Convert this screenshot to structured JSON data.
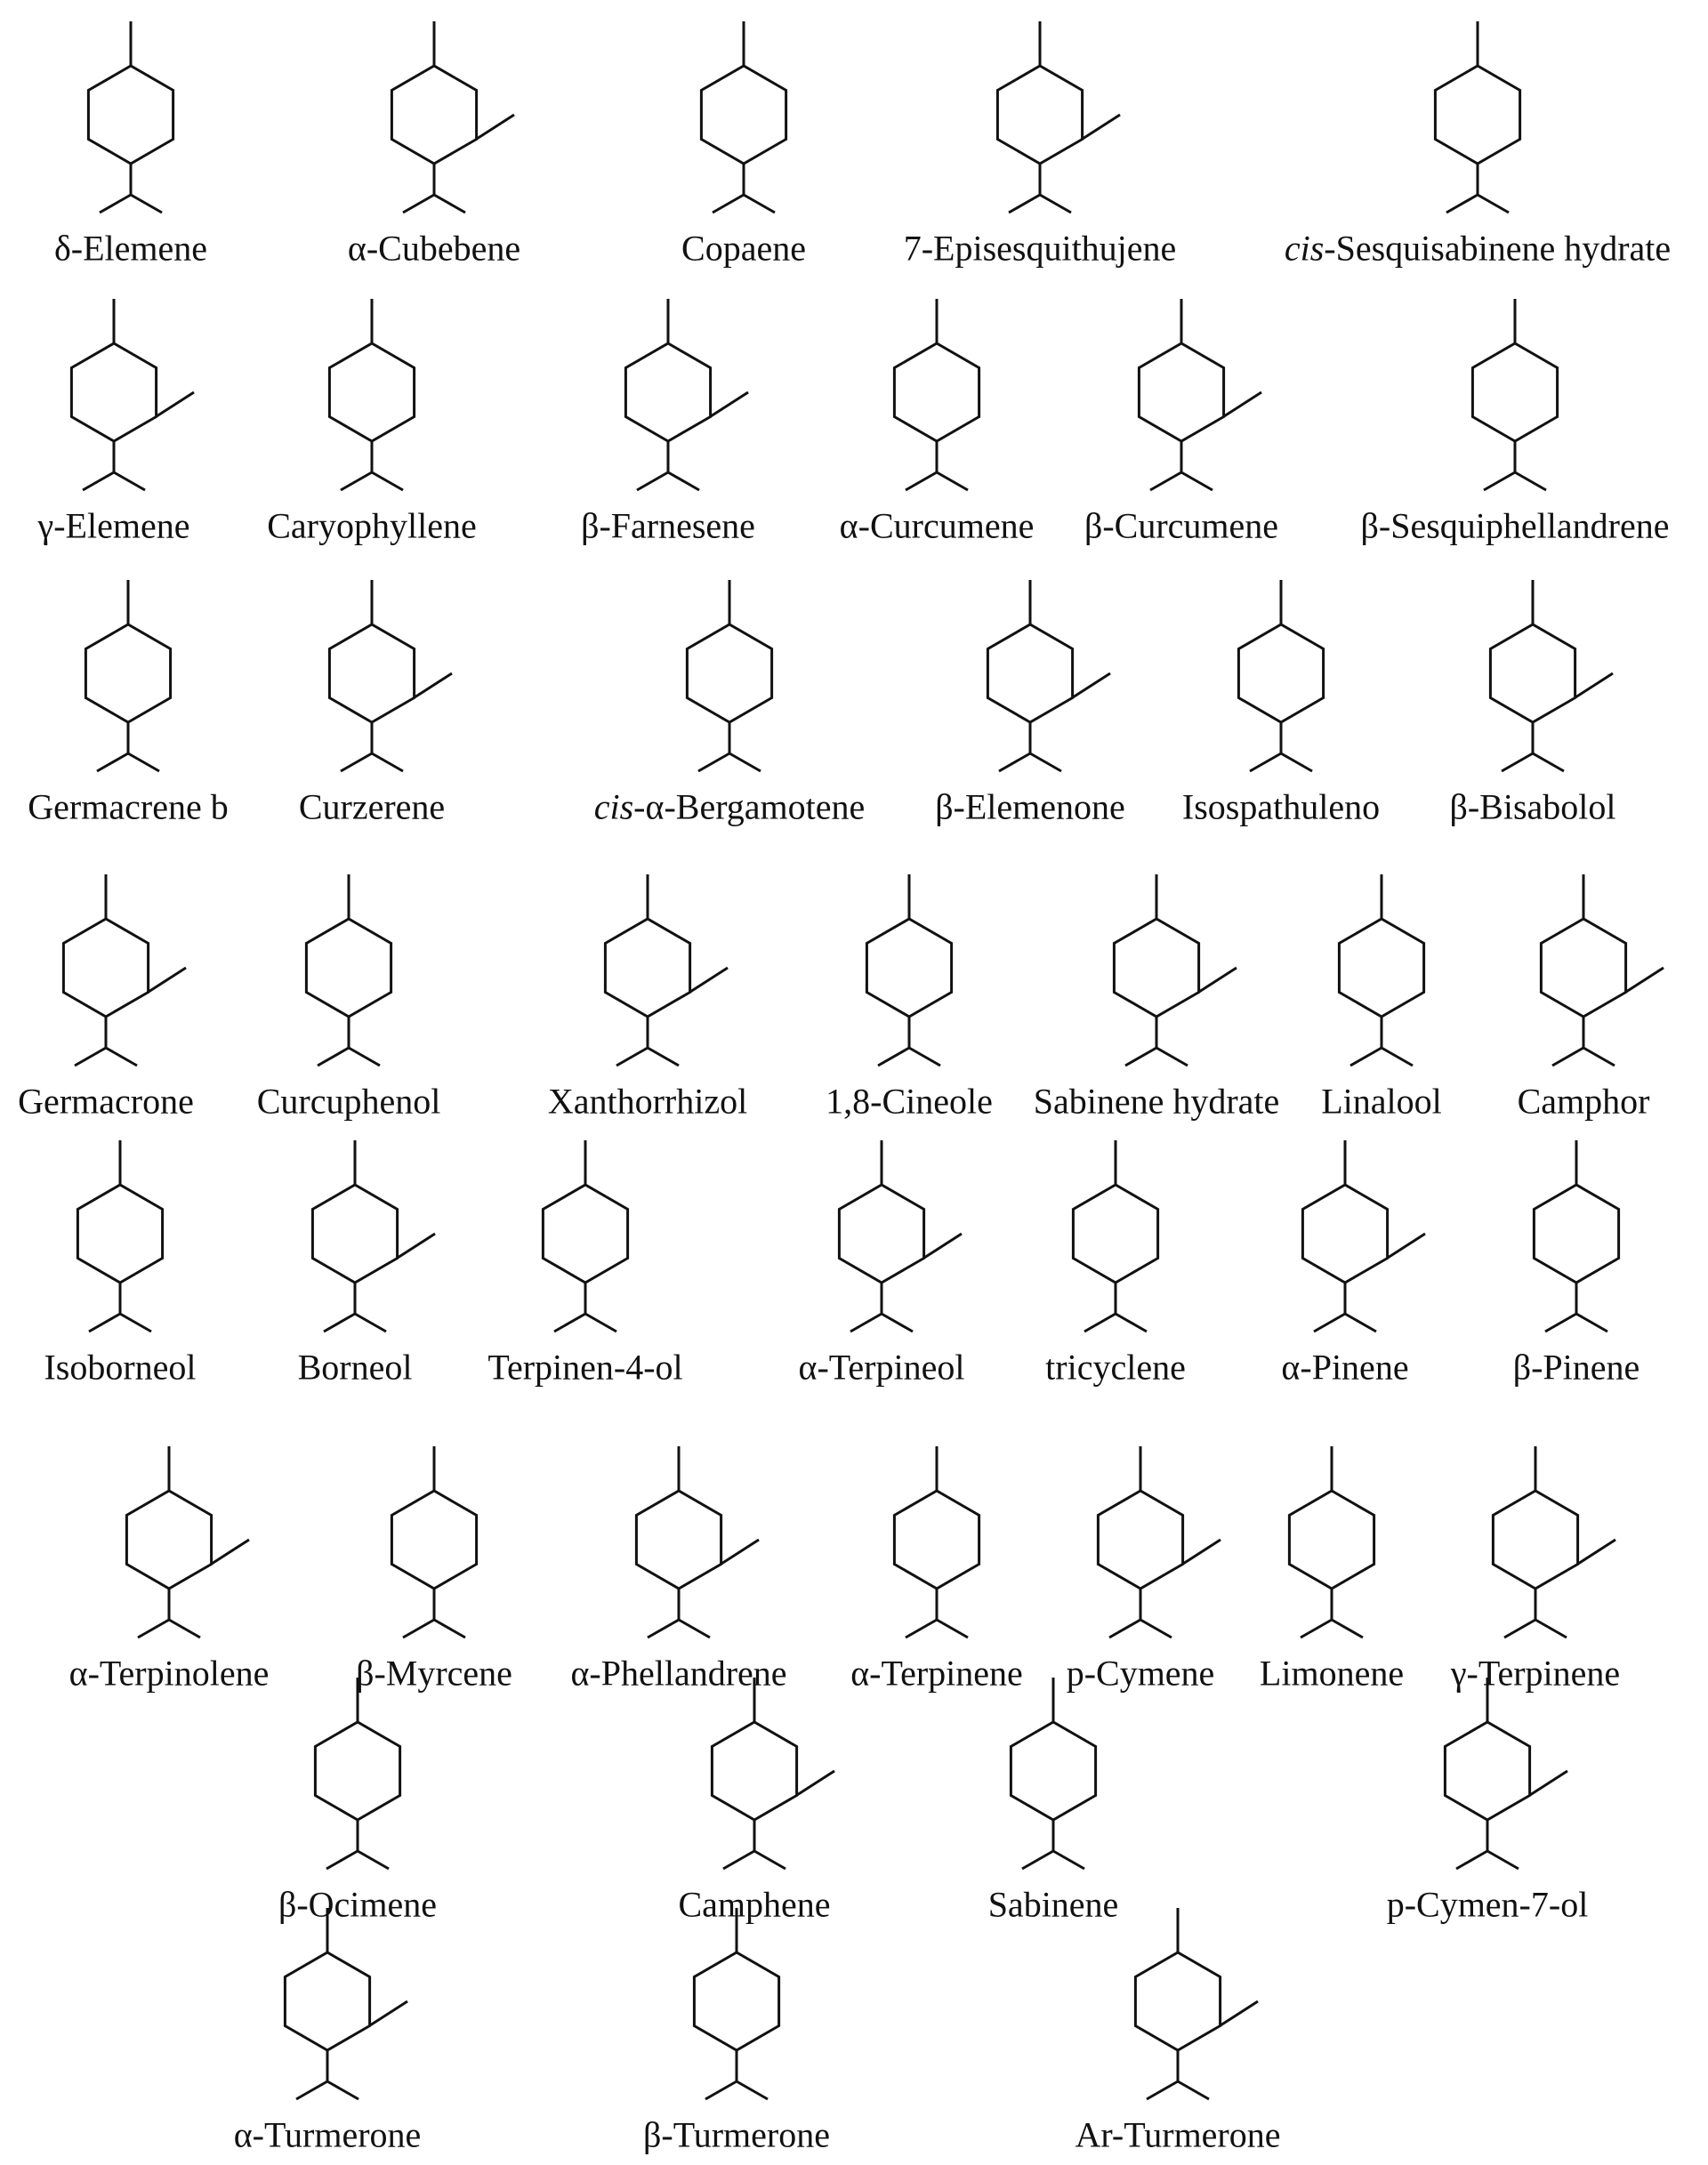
{
  "rows": [
    [
      {
        "prefix": "",
        "name": "δ-Elemene"
      },
      {
        "prefix": "",
        "name": "α-Cubebene"
      },
      {
        "prefix": "",
        "name": "Copaene"
      },
      {
        "prefix": "",
        "name": "7-Episesquithujene"
      },
      {
        "prefix": "cis-",
        "name": "Sesquisabinene hydrate"
      }
    ],
    [
      {
        "prefix": "",
        "name": "γ-Elemene"
      },
      {
        "prefix": "",
        "name": "Caryophyllene"
      },
      {
        "prefix": "",
        "name": "β-Farnesene"
      },
      {
        "prefix": "",
        "name": "α-Curcumene"
      },
      {
        "prefix": "",
        "name": "β-Curcumene"
      },
      {
        "prefix": "",
        "name": "β-Sesquiphellandrene"
      }
    ],
    [
      {
        "prefix": "",
        "name": "Germacrene b"
      },
      {
        "prefix": "",
        "name": "Curzerene"
      },
      {
        "prefix": "cis-",
        "name": "α-Bergamotene"
      },
      {
        "prefix": "",
        "name": "β-Elemenone"
      },
      {
        "prefix": "",
        "name": "Isospathuleno"
      },
      {
        "prefix": "",
        "name": "β-Bisabolol"
      }
    ],
    [
      {
        "prefix": "",
        "name": "Germacrone"
      },
      {
        "prefix": "",
        "name": "Curcuphenol"
      },
      {
        "prefix": "",
        "name": "Xanthorrhizol"
      },
      {
        "prefix": "",
        "name": "1,8-Cineole"
      },
      {
        "prefix": "",
        "name": "Sabinene hydrate"
      },
      {
        "prefix": "",
        "name": "Linalool"
      },
      {
        "prefix": "",
        "name": "Camphor"
      }
    ],
    [
      {
        "prefix": "",
        "name": "Isoborneol"
      },
      {
        "prefix": "",
        "name": "Borneol"
      },
      {
        "prefix": "",
        "name": "Terpinen-4-ol"
      },
      {
        "prefix": "",
        "name": "α-Terpineol"
      },
      {
        "prefix": "",
        "name": "tricyclene"
      },
      {
        "prefix": "",
        "name": "α-Pinene"
      },
      {
        "prefix": "",
        "name": "β-Pinene"
      }
    ],
    [
      {
        "prefix": "",
        "name": "α-Terpinolene"
      },
      {
        "prefix": "",
        "name": "β-Myrcene"
      },
      {
        "prefix": "",
        "name": "α-Phellandrene"
      },
      {
        "prefix": "",
        "name": "α-Terpinene"
      },
      {
        "prefix": "",
        "name": "p-Cymene"
      },
      {
        "prefix": "",
        "name": "Limonene"
      },
      {
        "prefix": "",
        "name": "γ-Terpinene"
      }
    ],
    [
      {
        "prefix": "",
        "name": "β-Ocimene"
      },
      {
        "prefix": "",
        "name": "Camphene"
      },
      {
        "prefix": "",
        "name": "Sabinene"
      },
      {
        "prefix": "",
        "name": "p-Cymen-7-ol"
      }
    ],
    [
      {
        "prefix": "",
        "name": "α-Turmerone"
      },
      {
        "prefix": "",
        "name": "β-Turmerone"
      },
      {
        "prefix": "",
        "name": "Ar-Turmerone"
      }
    ]
  ]
}
